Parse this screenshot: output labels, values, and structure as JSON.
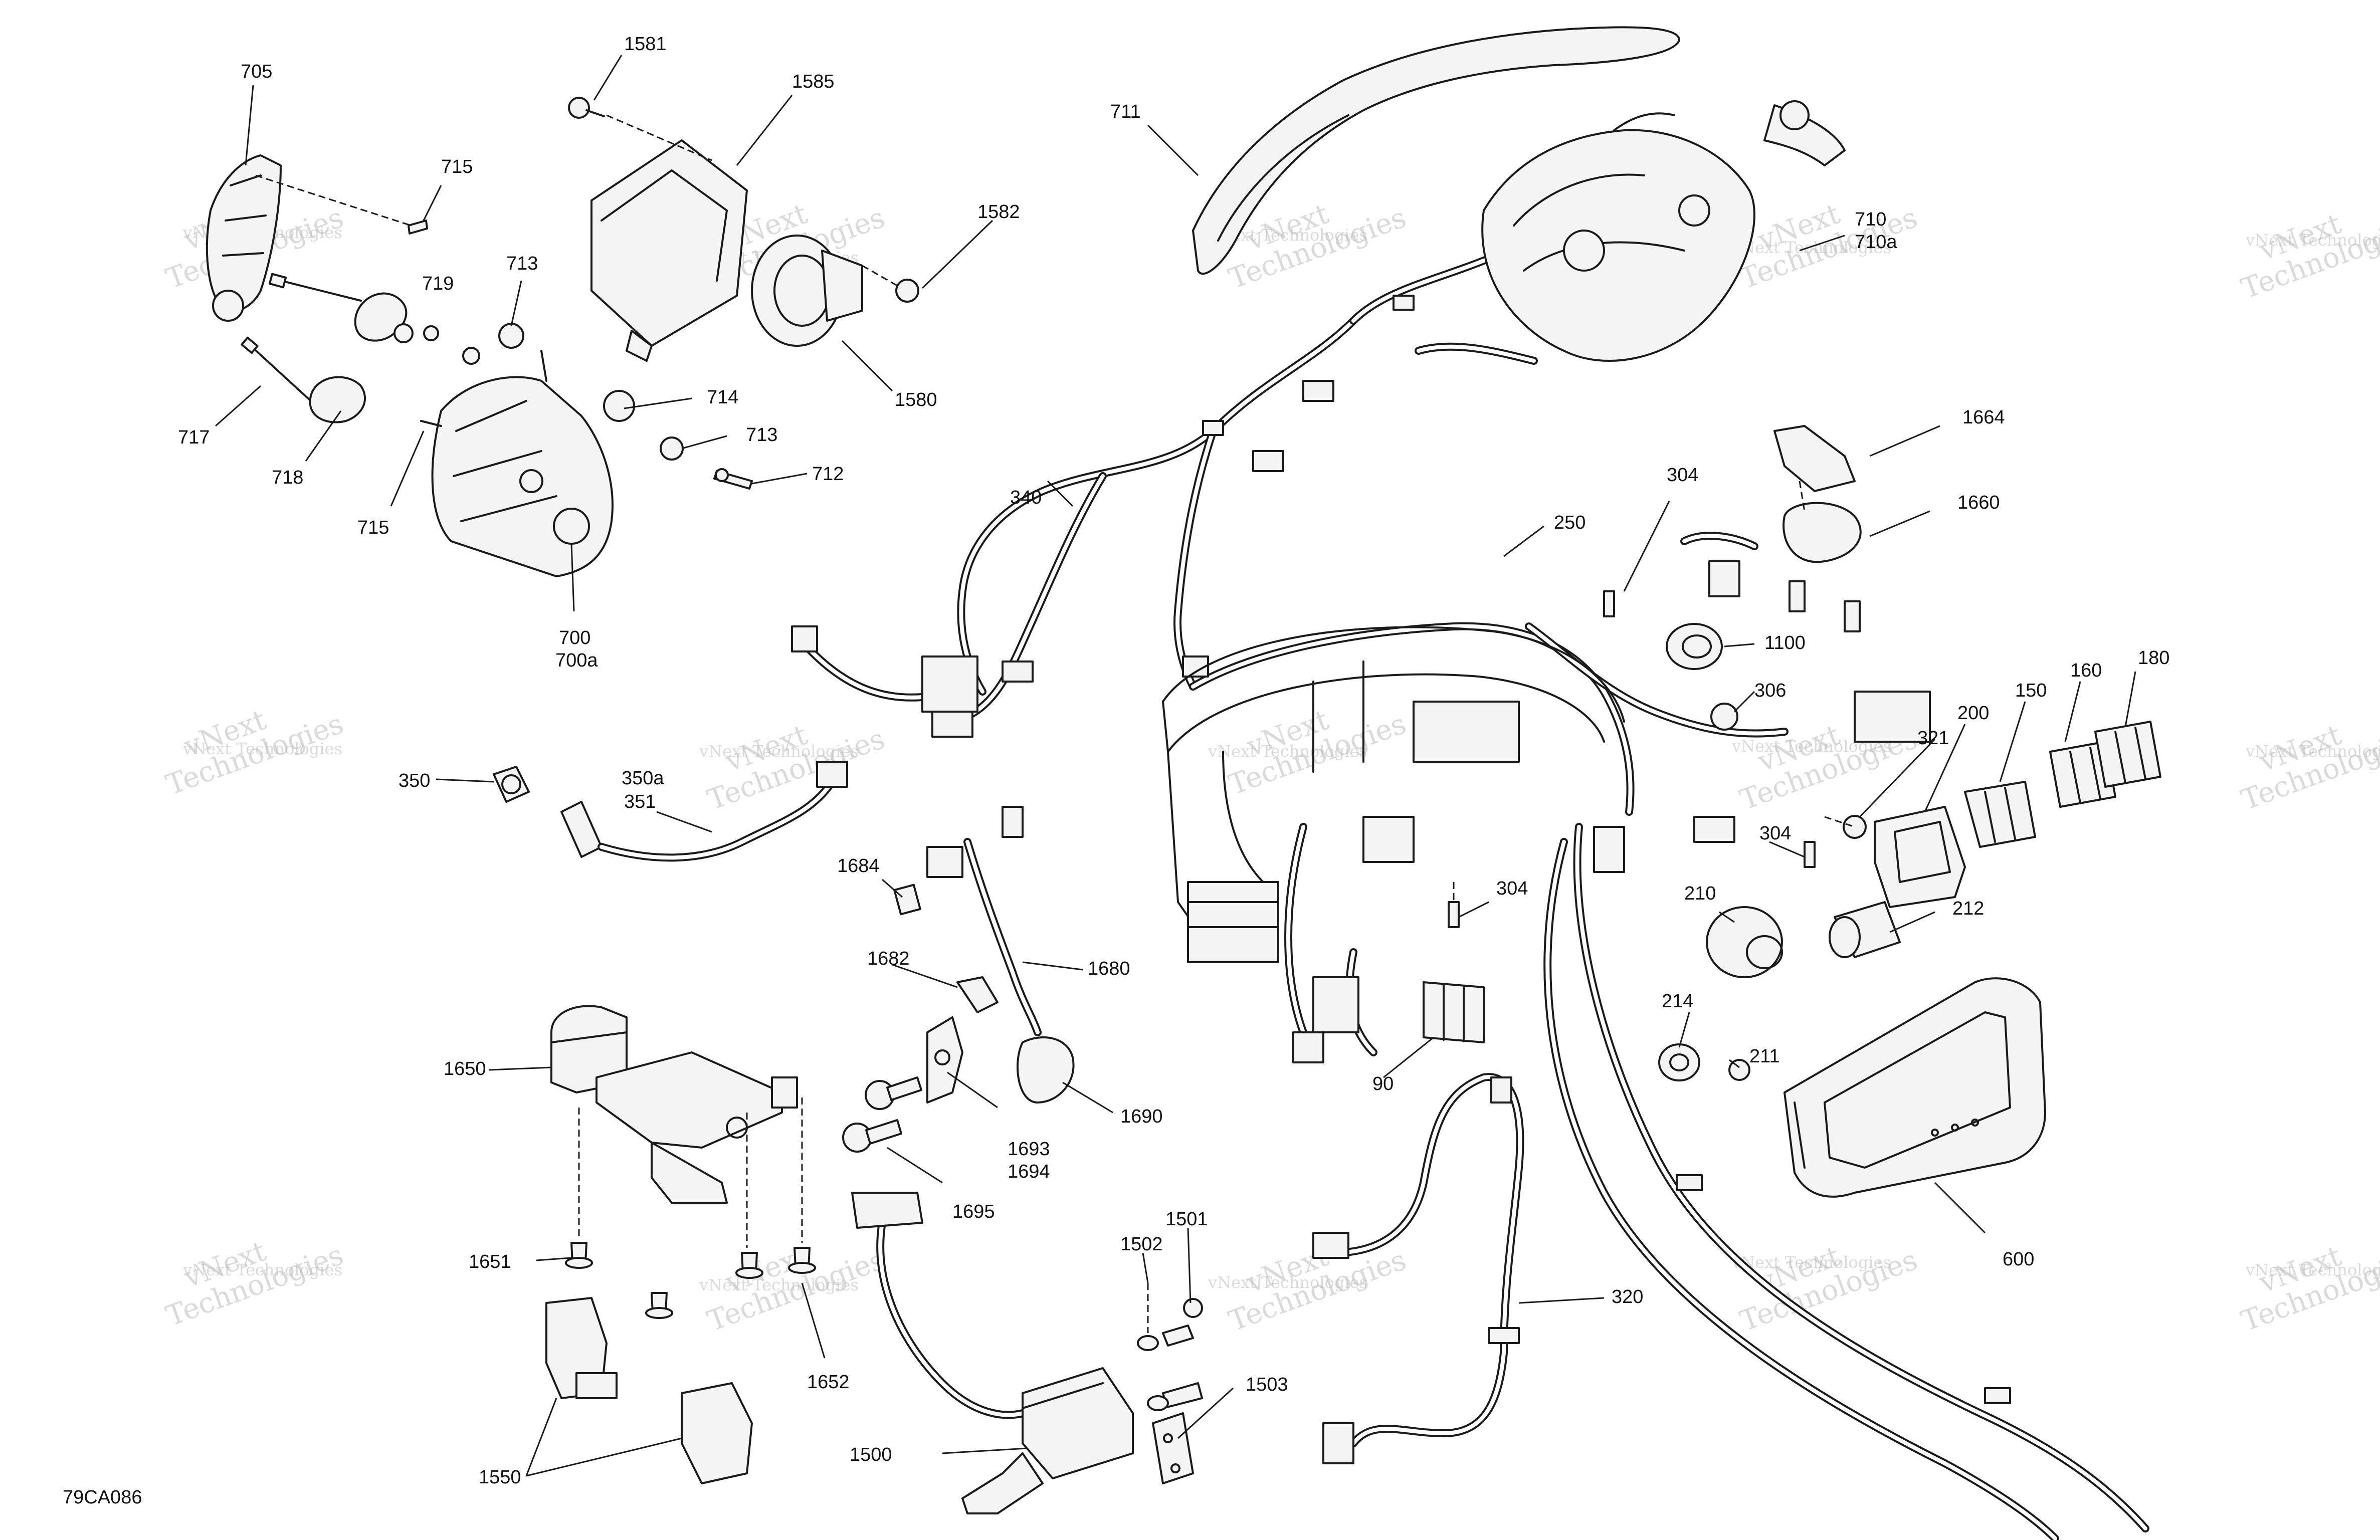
{
  "figure_code": "79CA086",
  "watermark": {
    "line1": "vNext",
    "line2": "Technologies",
    "line3": "vNext Technologies"
  },
  "callouts": {
    "c705": "705",
    "c1581": "1581",
    "c1585": "1585",
    "c711": "711",
    "c715a": "715",
    "c719": "719",
    "c713a": "713",
    "c717": "717",
    "c718": "718",
    "c715b": "715",
    "c714": "714",
    "c713b": "713",
    "c712": "712",
    "c700": "700",
    "c700a": "700a",
    "c1582": "1582",
    "c1580": "1580",
    "c710": "710",
    "c710a": "710a",
    "c340": "340",
    "c250": "250",
    "c304a": "304",
    "c1664": "1664",
    "c1660": "1660",
    "c1100": "1100",
    "c306": "306",
    "c321": "321",
    "c200": "200",
    "c150": "150",
    "c160": "160",
    "c180": "180",
    "c304b": "304",
    "c304c": "304",
    "c350": "350",
    "c350a": "350a",
    "c351": "351",
    "c1684": "1684",
    "c1682": "1682",
    "c1680": "1680",
    "c210": "210",
    "c212": "212",
    "c214": "214",
    "c211": "211",
    "c90": "90",
    "c1650": "1650",
    "c1690": "1690",
    "c1693": "1693",
    "c1694": "1694",
    "c1695": "1695",
    "c600": "600",
    "c1651": "1651",
    "c1652": "1652",
    "c1502": "1502",
    "c1501": "1501",
    "c320": "320",
    "c1503": "1503",
    "c1500": "1500",
    "c1550": "1550"
  }
}
